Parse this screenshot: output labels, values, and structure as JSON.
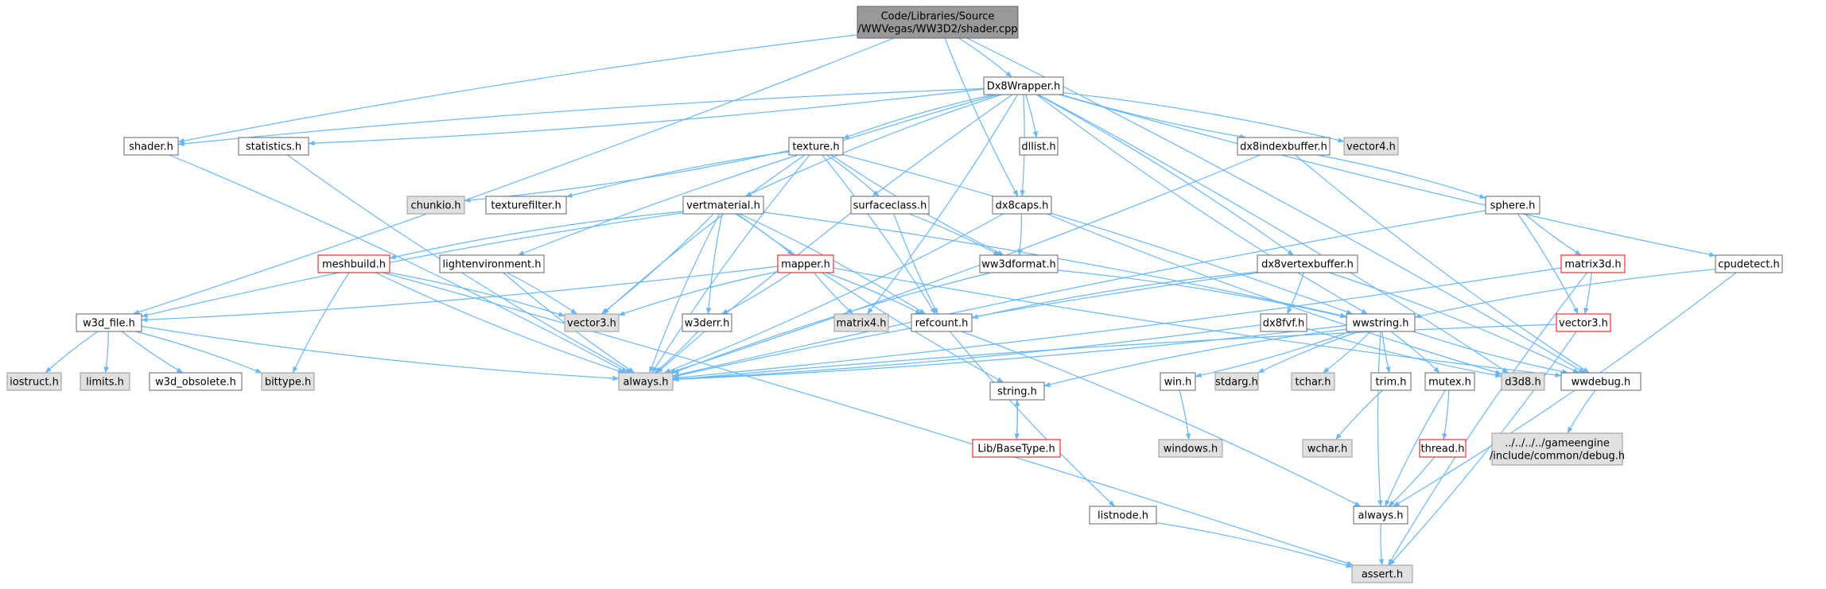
{
  "nodes": [
    {
      "id": "shader_cpp",
      "lines": [
        "Code/Libraries/Source",
        "/WWVegas/WW3D2/shader.cpp"
      ],
      "style": "root"
    },
    {
      "id": "dx8wrapper",
      "lines": [
        "Dx8Wrapper.h"
      ],
      "style": "normal"
    },
    {
      "id": "shader_h",
      "lines": [
        "shader.h"
      ],
      "style": "normal"
    },
    {
      "id": "statistics",
      "lines": [
        "statistics.h"
      ],
      "style": "normal"
    },
    {
      "id": "texture",
      "lines": [
        "texture.h"
      ],
      "style": "normal"
    },
    {
      "id": "dllist",
      "lines": [
        "dllist.h"
      ],
      "style": "normal"
    },
    {
      "id": "dx8indexbuffer",
      "lines": [
        "dx8indexbuffer.h"
      ],
      "style": "normal"
    },
    {
      "id": "vector4",
      "lines": [
        "vector4.h"
      ],
      "style": "missing"
    },
    {
      "id": "chunkio",
      "lines": [
        "chunkio.h"
      ],
      "style": "missing"
    },
    {
      "id": "texturefilter",
      "lines": [
        "texturefilter.h"
      ],
      "style": "normal"
    },
    {
      "id": "vertmaterial",
      "lines": [
        "vertmaterial.h"
      ],
      "style": "normal"
    },
    {
      "id": "surfaceclass",
      "lines": [
        "surfaceclass.h"
      ],
      "style": "normal"
    },
    {
      "id": "dx8caps",
      "lines": [
        "dx8caps.h"
      ],
      "style": "normal"
    },
    {
      "id": "sphere",
      "lines": [
        "sphere.h"
      ],
      "style": "normal"
    },
    {
      "id": "meshbuild",
      "lines": [
        "meshbuild.h"
      ],
      "style": "truncated"
    },
    {
      "id": "lightenvironment",
      "lines": [
        "lightenvironment.h"
      ],
      "style": "normal"
    },
    {
      "id": "mapper",
      "lines": [
        "mapper.h"
      ],
      "style": "truncated"
    },
    {
      "id": "ww3dformat",
      "lines": [
        "ww3dformat.h"
      ],
      "style": "normal"
    },
    {
      "id": "dx8vertexbuffer",
      "lines": [
        "dx8vertexbuffer.h"
      ],
      "style": "normal"
    },
    {
      "id": "matrix3d",
      "lines": [
        "matrix3d.h"
      ],
      "style": "truncated"
    },
    {
      "id": "cpudetect",
      "lines": [
        "cpudetect.h"
      ],
      "style": "normal"
    },
    {
      "id": "w3d_file",
      "lines": [
        "w3d_file.h"
      ],
      "style": "normal"
    },
    {
      "id": "vector3",
      "lines": [
        "vector3.h"
      ],
      "style": "missing"
    },
    {
      "id": "w3derr",
      "lines": [
        "w3derr.h"
      ],
      "style": "normal"
    },
    {
      "id": "matrix4",
      "lines": [
        "matrix4.h"
      ],
      "style": "missing"
    },
    {
      "id": "refcount",
      "lines": [
        "refcount.h"
      ],
      "style": "normal"
    },
    {
      "id": "dx8fvf",
      "lines": [
        "dx8fvf.h"
      ],
      "style": "normal"
    },
    {
      "id": "wwstring",
      "lines": [
        "wwstring.h"
      ],
      "style": "normal"
    },
    {
      "id": "vector3_red",
      "lines": [
        "vector3.h"
      ],
      "style": "truncated"
    },
    {
      "id": "iostruct",
      "lines": [
        "iostruct.h"
      ],
      "style": "missing"
    },
    {
      "id": "limits",
      "lines": [
        "limits.h"
      ],
      "style": "missing"
    },
    {
      "id": "w3d_obsolete",
      "lines": [
        "w3d_obsolete.h"
      ],
      "style": "normal"
    },
    {
      "id": "bittype",
      "lines": [
        "bittype.h"
      ],
      "style": "missing"
    },
    {
      "id": "always_main",
      "lines": [
        "always.h"
      ],
      "style": "missing"
    },
    {
      "id": "string_h",
      "lines": [
        "string.h"
      ],
      "style": "normal"
    },
    {
      "id": "win",
      "lines": [
        "win.h"
      ],
      "style": "normal"
    },
    {
      "id": "stdarg",
      "lines": [
        "stdarg.h"
      ],
      "style": "missing"
    },
    {
      "id": "tchar",
      "lines": [
        "tchar.h"
      ],
      "style": "missing"
    },
    {
      "id": "trim",
      "lines": [
        "trim.h"
      ],
      "style": "normal"
    },
    {
      "id": "mutex",
      "lines": [
        "mutex.h"
      ],
      "style": "normal"
    },
    {
      "id": "d3d8",
      "lines": [
        "d3d8.h"
      ],
      "style": "missing"
    },
    {
      "id": "wwdebug",
      "lines": [
        "wwdebug.h"
      ],
      "style": "normal"
    },
    {
      "id": "basetype",
      "lines": [
        "Lib/BaseType.h"
      ],
      "style": "truncated"
    },
    {
      "id": "windows",
      "lines": [
        "windows.h"
      ],
      "style": "missing"
    },
    {
      "id": "wchar",
      "lines": [
        "wchar.h"
      ],
      "style": "missing"
    },
    {
      "id": "thread",
      "lines": [
        "thread.h"
      ],
      "style": "truncated"
    },
    {
      "id": "gameengine_debug",
      "lines": [
        "../../../../gameengine",
        "/include/common/debug.h"
      ],
      "style": "missing"
    },
    {
      "id": "listnode",
      "lines": [
        "listnode.h"
      ],
      "style": "normal"
    },
    {
      "id": "always_wwlib",
      "lines": [
        "always.h"
      ],
      "style": "normal"
    },
    {
      "id": "assert",
      "lines": [
        "assert.h"
      ],
      "style": "missing"
    }
  ],
  "edges": [
    [
      "shader_cpp",
      "dx8wrapper"
    ],
    [
      "shader_cpp",
      "shader_h"
    ],
    [
      "shader_cpp",
      "w3d_file"
    ],
    [
      "shader_cpp",
      "dx8caps"
    ],
    [
      "shader_cpp",
      "wwdebug"
    ],
    [
      "dx8wrapper",
      "shader_h"
    ],
    [
      "dx8wrapper",
      "statistics"
    ],
    [
      "dx8wrapper",
      "texture"
    ],
    [
      "dx8wrapper",
      "dllist"
    ],
    [
      "dx8wrapper",
      "dx8indexbuffer"
    ],
    [
      "dx8wrapper",
      "vector4"
    ],
    [
      "dx8wrapper",
      "vertmaterial"
    ],
    [
      "dx8wrapper",
      "dx8caps"
    ],
    [
      "dx8wrapper",
      "lightenvironment"
    ],
    [
      "dx8wrapper",
      "dx8vertexbuffer"
    ],
    [
      "dx8wrapper",
      "cpudetect"
    ],
    [
      "dx8wrapper",
      "matrix4"
    ],
    [
      "dx8wrapper",
      "wwstring"
    ],
    [
      "dx8wrapper",
      "d3d8"
    ],
    [
      "dx8wrapper",
      "always_main"
    ],
    [
      "shader_h",
      "always_main"
    ],
    [
      "statistics",
      "always_main"
    ],
    [
      "texture",
      "chunkio"
    ],
    [
      "texture",
      "texturefilter"
    ],
    [
      "texture",
      "surfaceclass"
    ],
    [
      "texture",
      "ww3dformat"
    ],
    [
      "texture",
      "refcount"
    ],
    [
      "texture",
      "vector3"
    ],
    [
      "texture",
      "wwstring"
    ],
    [
      "texture",
      "always_main"
    ],
    [
      "dx8indexbuffer",
      "sphere"
    ],
    [
      "dx8indexbuffer",
      "wwdebug"
    ],
    [
      "dx8indexbuffer",
      "always_main"
    ],
    [
      "vertmaterial",
      "meshbuild"
    ],
    [
      "vertmaterial",
      "mapper"
    ],
    [
      "vertmaterial",
      "w3d_file"
    ],
    [
      "vertmaterial",
      "vector3"
    ],
    [
      "vertmaterial",
      "w3derr"
    ],
    [
      "vertmaterial",
      "refcount"
    ],
    [
      "vertmaterial",
      "string_h"
    ],
    [
      "vertmaterial",
      "wwstring"
    ],
    [
      "vertmaterial",
      "always_main"
    ],
    [
      "surfaceclass",
      "ww3dformat"
    ],
    [
      "surfaceclass",
      "refcount"
    ],
    [
      "dx8caps",
      "ww3dformat"
    ],
    [
      "dx8caps",
      "d3d8"
    ],
    [
      "dx8caps",
      "always_main"
    ],
    [
      "sphere",
      "matrix3d"
    ],
    [
      "sphere",
      "vector3_red"
    ],
    [
      "sphere",
      "always_main"
    ],
    [
      "meshbuild",
      "vector3"
    ],
    [
      "meshbuild",
      "bittype"
    ],
    [
      "meshbuild",
      "assert"
    ],
    [
      "meshbuild",
      "always_main"
    ],
    [
      "lightenvironment",
      "vector3"
    ],
    [
      "lightenvironment",
      "always_main"
    ],
    [
      "mapper",
      "w3d_file"
    ],
    [
      "mapper",
      "vector3"
    ],
    [
      "mapper",
      "w3derr"
    ],
    [
      "mapper",
      "matrix4"
    ],
    [
      "mapper",
      "refcount"
    ],
    [
      "mapper",
      "wwdebug"
    ],
    [
      "ww3dformat",
      "wwstring"
    ],
    [
      "ww3dformat",
      "always_main"
    ],
    [
      "dx8vertexbuffer",
      "dx8fvf"
    ],
    [
      "dx8vertexbuffer",
      "refcount"
    ],
    [
      "dx8vertexbuffer",
      "wwdebug"
    ],
    [
      "dx8vertexbuffer",
      "always_main"
    ],
    [
      "matrix3d",
      "vector3_red"
    ],
    [
      "matrix3d",
      "assert"
    ],
    [
      "matrix3d",
      "always_main"
    ],
    [
      "cpudetect",
      "wwstring"
    ],
    [
      "cpudetect",
      "always_wwlib"
    ],
    [
      "w3d_file",
      "iostruct"
    ],
    [
      "w3d_file",
      "limits"
    ],
    [
      "w3d_file",
      "w3d_obsolete"
    ],
    [
      "w3d_file",
      "bittype"
    ],
    [
      "w3d_file",
      "always_main"
    ],
    [
      "w3derr",
      "always_main"
    ],
    [
      "refcount",
      "listnode"
    ],
    [
      "refcount",
      "always_wwlib"
    ],
    [
      "dx8fvf",
      "d3d8"
    ],
    [
      "dx8fvf",
      "always_main"
    ],
    [
      "wwstring",
      "string_h"
    ],
    [
      "wwstring",
      "win"
    ],
    [
      "wwstring",
      "stdarg"
    ],
    [
      "wwstring",
      "tchar"
    ],
    [
      "wwstring",
      "trim"
    ],
    [
      "wwstring",
      "mutex"
    ],
    [
      "wwstring",
      "wwdebug"
    ],
    [
      "wwstring",
      "always_main"
    ],
    [
      "wwstring",
      "always_wwlib"
    ],
    [
      "vector3_red",
      "assert"
    ],
    [
      "vector3_red",
      "always_main"
    ],
    [
      "string_h",
      "basetype"
    ],
    [
      "basetype",
      "string_h"
    ],
    [
      "win",
      "windows"
    ],
    [
      "trim",
      "wchar"
    ],
    [
      "mutex",
      "thread"
    ],
    [
      "mutex",
      "always_wwlib"
    ],
    [
      "thread",
      "always_wwlib"
    ],
    [
      "wwdebug",
      "gameengine_debug"
    ],
    [
      "listnode",
      "assert"
    ],
    [
      "always_wwlib",
      "assert"
    ]
  ],
  "colors": {
    "edge": "#63b8ff",
    "node_fill": "#ffffff",
    "node_border": "#666666",
    "missing_fill": "#e0e0e0",
    "missing_border": "#999999",
    "root_fill": "#999999",
    "truncated_border": "#ff0000"
  }
}
